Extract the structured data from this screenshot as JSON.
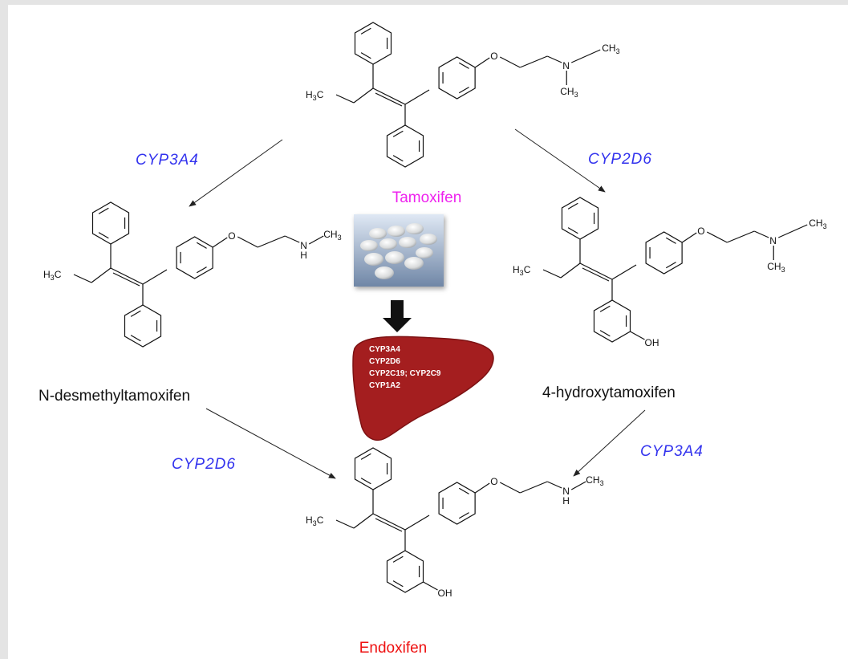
{
  "colors": {
    "enzyme_text": "#3333ee",
    "tamoxifen_title": "#ee22ee",
    "endoxifen_title": "#ee1111",
    "liver_fill": "#a41e1f",
    "liver_text": "#ffffff"
  },
  "compounds": {
    "tamoxifen": {
      "name": "Tamoxifen",
      "atoms": {
        "ch3_left": "H",
        "ch3_left_sub": "3",
        "ch3_left_c": "C",
        "oxygen": "O",
        "nitrogen": "N",
        "ch3_a": "CH",
        "ch3_a_sub": "3",
        "ch3_b": "CH",
        "ch3_b_sub": "3"
      }
    },
    "n_desmethyl": {
      "name": "N-desmethyltamoxifen",
      "atoms": {
        "ch3_left": "H",
        "ch3_left_sub": "3",
        "ch3_left_c": "C",
        "oxygen": "O",
        "nitrogen": "N",
        "nh_h": "H",
        "ch3_a": "CH",
        "ch3_a_sub": "3"
      }
    },
    "hydroxy": {
      "name": "4-hydroxytamoxifen",
      "atoms": {
        "ch3_left": "H",
        "ch3_left_sub": "3",
        "ch3_left_c": "C",
        "oxygen": "O",
        "nitrogen": "N",
        "ch3_a": "CH",
        "ch3_a_sub": "3",
        "ch3_b": "CH",
        "ch3_b_sub": "3",
        "oh": "OH"
      }
    },
    "endoxifen": {
      "name": "Endoxifen",
      "atoms": {
        "ch3_left": "H",
        "ch3_left_sub": "3",
        "ch3_left_c": "C",
        "oxygen": "O",
        "nitrogen": "N",
        "nh_h": "H",
        "ch3_a": "CH",
        "ch3_a_sub": "3",
        "oh": "OH"
      }
    }
  },
  "enzymes": {
    "tam_to_desmethyl": "CYP3A4",
    "tam_to_hydroxy": "CYP2D6",
    "desmethyl_to_endoxifen": "CYP2D6",
    "hydroxy_to_endoxifen": "CYP3A4"
  },
  "liver": {
    "enzymes": [
      "CYP3A4",
      "CYP2D6",
      "CYP2C19; CYP2C9",
      "CYP1A2"
    ]
  }
}
